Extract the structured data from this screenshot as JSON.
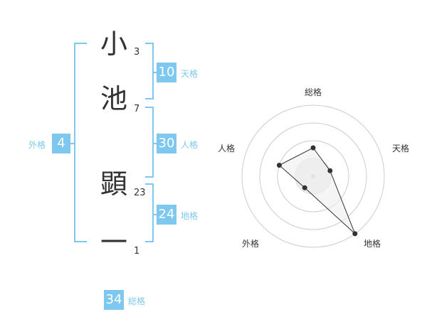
{
  "name": {
    "characters": [
      {
        "char": "小",
        "strokes": "3"
      },
      {
        "char": "池",
        "strokes": "7"
      },
      {
        "char": "顕",
        "strokes": "23"
      },
      {
        "char": "一",
        "strokes": "1"
      }
    ]
  },
  "fortunes": {
    "tenkaku": {
      "value": "10",
      "label": "天格"
    },
    "jinkaku": {
      "value": "30",
      "label": "人格"
    },
    "chikaku": {
      "value": "24",
      "label": "地格"
    },
    "gaikaku": {
      "value": "4",
      "label": "外格"
    },
    "soukaku": {
      "value": "34",
      "label": "総格"
    }
  },
  "radar": {
    "axes": [
      "総格",
      "天格",
      "地格",
      "外格",
      "人格"
    ],
    "levels": 4,
    "values": [
      0.4,
      0.25,
      1.0,
      0.2,
      0.5
    ],
    "colors": {
      "grid": "#cccccc",
      "fill": "#eeeeee",
      "line": "#333333",
      "point": "#333333",
      "center": "#cccccc"
    }
  }
}
